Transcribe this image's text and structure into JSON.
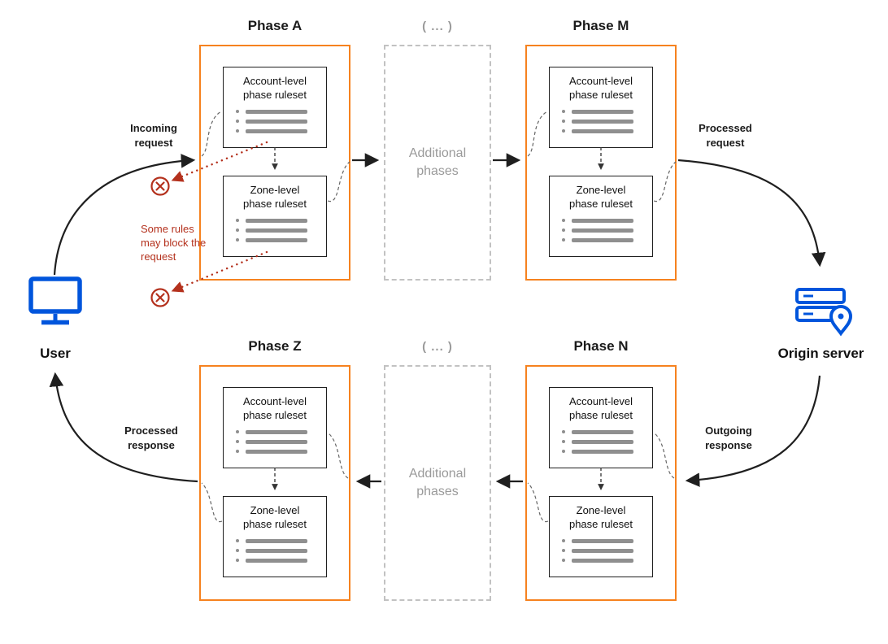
{
  "colors": {
    "phase_border_orange": "#f6821f",
    "dashed_border_gray": "#c2c2c2",
    "icon_blue": "#0055dc",
    "block_red": "#b4311d",
    "list_bar_gray": "#8f8f8f"
  },
  "endpoints": {
    "user": "User",
    "origin_server": "Origin server"
  },
  "phases": {
    "top_left": "Phase A",
    "top_right": "Phase M",
    "bottom_left": "Phase Z",
    "bottom_right": "Phase N"
  },
  "additional_phases": {
    "ellipsis": "( ... )",
    "label": "Additional phases"
  },
  "ruleset": {
    "account": "Account-level phase ruleset",
    "zone": "Zone-level phase ruleset"
  },
  "flow_labels": {
    "incoming_request": "Incoming request",
    "processed_request": "Processed request",
    "outgoing_response": "Outgoing response",
    "processed_response": "Processed response",
    "block_note": "Some rules may block the request"
  }
}
